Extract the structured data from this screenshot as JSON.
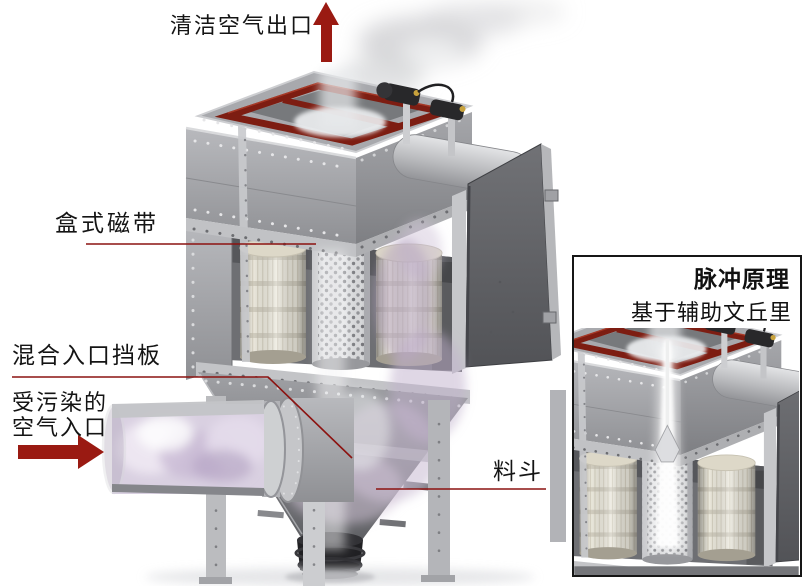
{
  "labels": {
    "clean_air_outlet": "清洁空气出口",
    "cartridge": "盒式磁带",
    "mixed_inlet_baffle": "混合入口挡板",
    "contaminated_air_line1": "受污染的",
    "contaminated_air_line2": "空气入口",
    "hopper": "料斗"
  },
  "inset": {
    "title": "脉冲原理",
    "subtitle": "基于辅助文丘里"
  },
  "icons": {
    "clean_air_arrow": "up-arrow",
    "contaminated_air_arrow": "right-arrow"
  },
  "colors": {
    "arrow_red": "#9a1a12",
    "leader_red": "#8c1210",
    "roof_frame_red": "#7d1d12",
    "background": "#ffffff"
  }
}
